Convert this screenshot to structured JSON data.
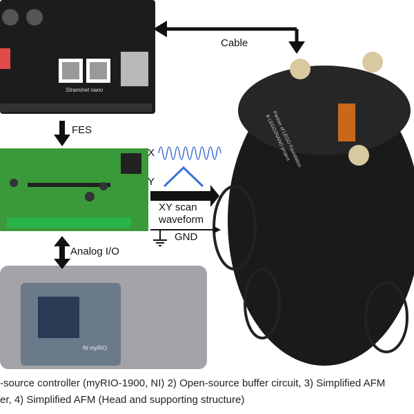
{
  "labels": {
    "cable": "Cable",
    "fes": "FES",
    "analog_io": "Analog I/O",
    "x": "X",
    "y": "Y",
    "xy_scan": "XY scan",
    "waveform": "waveform",
    "gnd": "GND"
  },
  "board_text": {
    "controller_brand": "Straminet nano",
    "device_label": "NI myRIO",
    "head_text_1": "Partner of LEGO Foundation",
    "head_text_2": "& LEGO2NANO project"
  },
  "caption": {
    "line1": "-source controller (myRIO-1900, NI) 2) Open-source buffer circuit, 3) Simplified AFM",
    "line2": "er, 4) Simplified AFM (Head and supporting structure)"
  },
  "colors": {
    "waveform": "#3b6fd0",
    "pcb_black": "#1a1a1a",
    "pcb_green": "#3a9a3a",
    "device_grey": "#9a9a9e"
  }
}
